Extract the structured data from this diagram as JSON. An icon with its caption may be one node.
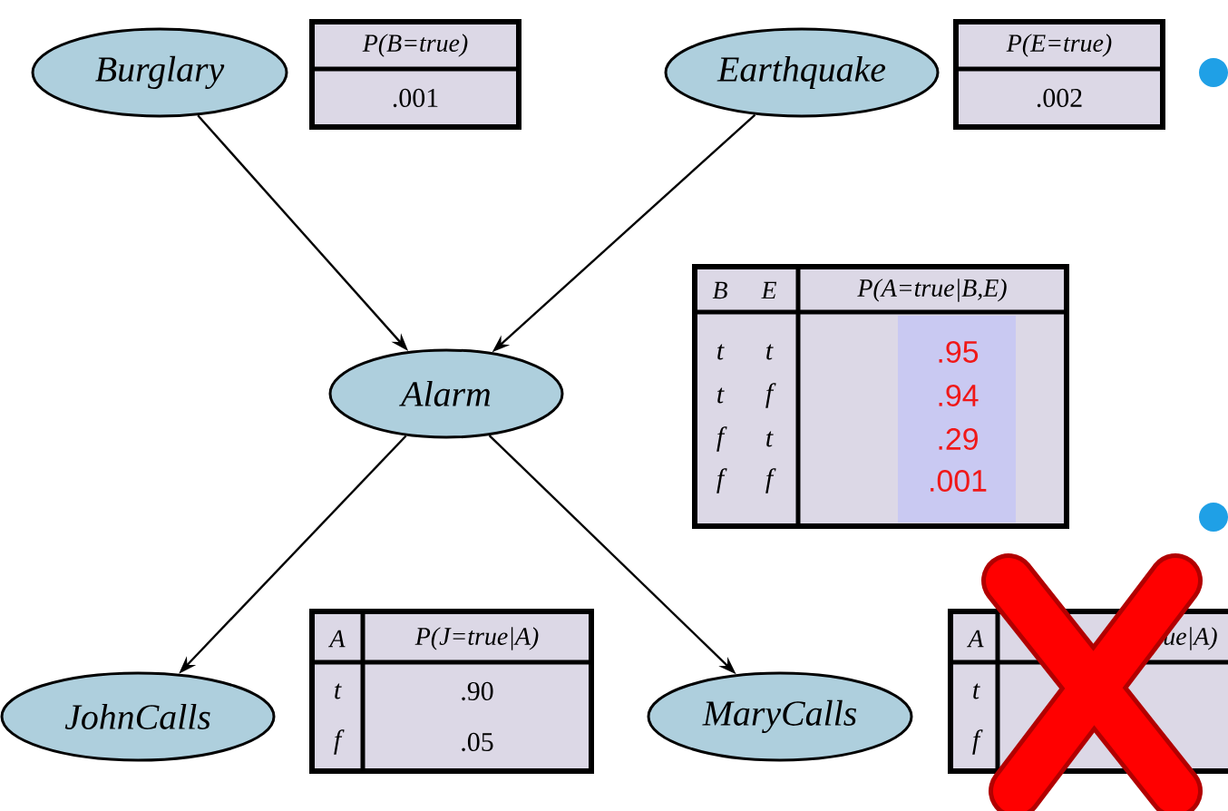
{
  "diagram": {
    "nodes": [
      {
        "text": [
          "Burglary"
        ]
      },
      {
        "text": [
          "Earthquake"
        ]
      },
      {
        "text": [
          "Alarm"
        ]
      },
      {
        "text": [
          "JohnCalls"
        ]
      },
      {
        "text": [
          "MaryCalls"
        ]
      }
    ],
    "edges": [
      {
        "from": 0,
        "to": 2,
        "arrow": "to"
      },
      {
        "from": 1,
        "to": 2,
        "arrow": "to"
      },
      {
        "from": 2,
        "to": 3,
        "arrow": "to"
      },
      {
        "from": 2,
        "to": 4,
        "arrow": "to"
      }
    ],
    "labels": [
      "P(B=true)",
      ".001",
      "P(E=true)",
      ".002",
      "B",
      "E",
      "P(A=true|B,E)",
      "t",
      "t",
      ".95",
      "t",
      "f",
      ".94",
      "f",
      "t",
      ".29",
      "f",
      "f",
      ".001",
      "A",
      "P(J=true|A)",
      "t",
      ".90",
      "f",
      ".05",
      "A",
      "ue|A)",
      "t",
      "f"
    ]
  }
}
